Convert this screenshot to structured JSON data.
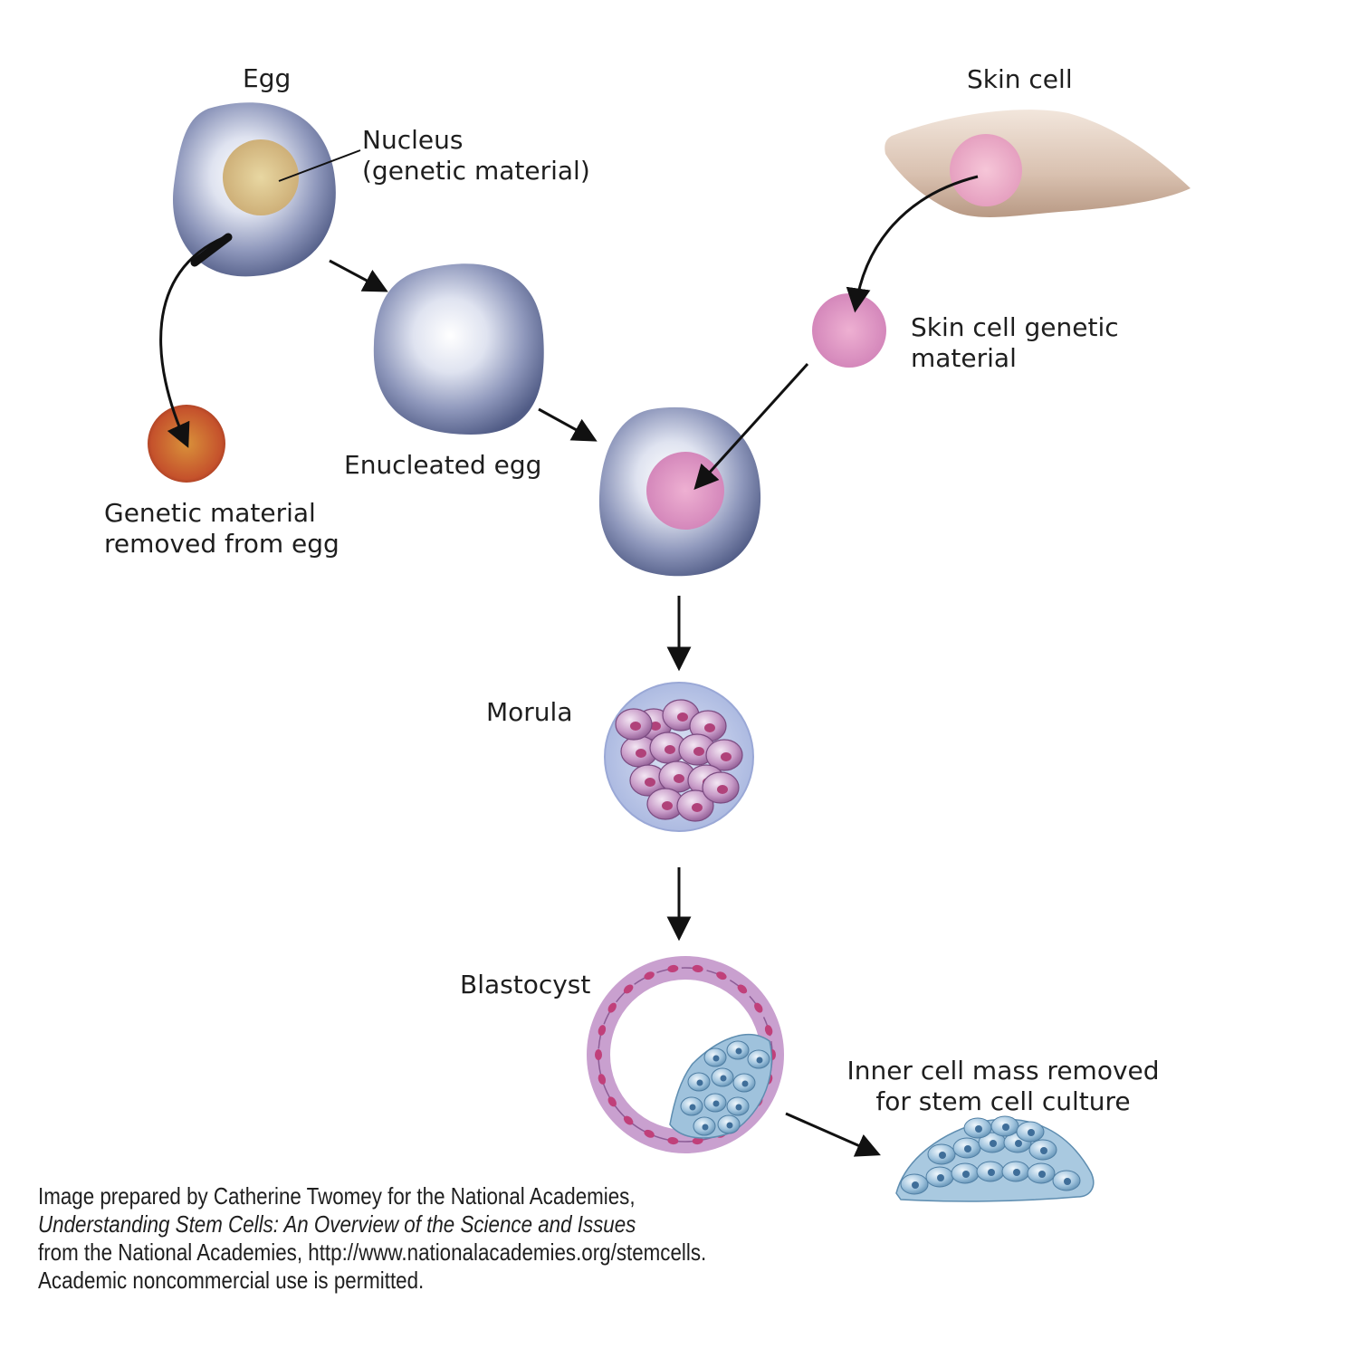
{
  "labels": {
    "egg": "Egg",
    "skin_cell": "Skin cell",
    "nucleus_line1": "Nucleus",
    "nucleus_line2": "(genetic material)",
    "skin_genetic_line1": "Skin cell genetic",
    "skin_genetic_line2": "material",
    "enucleated_egg": "Enucleated egg",
    "removed_line1": "Genetic material",
    "removed_line2": "removed from egg",
    "morula": "Morula",
    "blastocyst": "Blastocyst",
    "icm_line1": "Inner cell mass removed",
    "icm_line2": "for stem cell culture"
  },
  "credit": {
    "line1": "Image prepared by Catherine Twomey for the National Academies,",
    "line2": "Understanding Stem Cells: An Overview of the Science and Issues",
    "line3": "from the National Academies, http://www.nationalacademies.org/stemcells.",
    "line4": "Academic noncommercial use is permitted."
  },
  "colors": {
    "egg_cell": "#5e6a93",
    "egg_highlight": "#ffffff",
    "egg_nucleus": "#d9c08a",
    "removed_nucleus": "#c8552c",
    "skin_cell": "#d9c2b2",
    "skin_nucleus": "#e59bbf",
    "transferred_nucleus": "#d98fc2",
    "morula_cells": "#b07ab0",
    "blastocyst_wall": "#c9a0cf",
    "inner_cell_mass": "#8fb5d3",
    "arrow": "#111111"
  }
}
